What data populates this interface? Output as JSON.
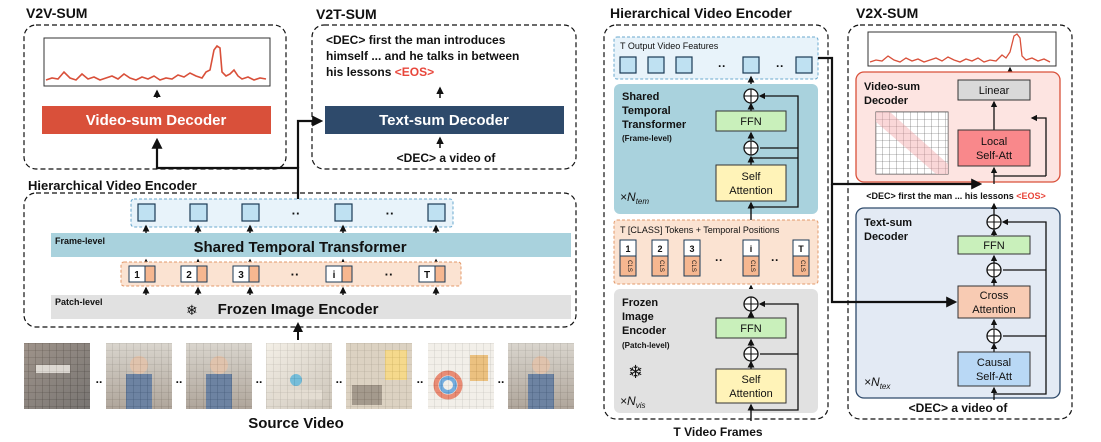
{
  "colors": {
    "red_block": "#d9503a",
    "navy_block": "#2e4a6b",
    "teal_block": "#a9d2dd",
    "peach_block": "#fbe3d2",
    "gray_block": "#e1e1e1",
    "token_blue": "#bfe1f2",
    "ffn_green": "#c9f0bb",
    "attn_yellow": "#fff3b8",
    "cross_peach": "#f8cbb3",
    "causal_blue": "#b9d8f5",
    "local_red": "#f9888b",
    "eos_red": "#e8463b"
  },
  "left": {
    "v2v_title": "V2V-SUM",
    "v2t_title": "V2T-SUM",
    "hve_title": "Hierarchical Video Encoder",
    "video_sum_decoder": "Video-sum Decoder",
    "text_sum_decoder": "Text-sum Decoder",
    "v2t_output": {
      "dec_tag": "<DEC>",
      "line1": "first the man introduces",
      "line2": "himself ... and he talks in between",
      "line3": "his lessons",
      "eos": "<EOS>"
    },
    "v2t_input": "<DEC> a video of",
    "frame_level": "Frame-level",
    "shared_temporal_transformer": "Shared Temporal Transformer",
    "patch_level": "Patch-level",
    "frozen_image_encoder": "Frozen Image Encoder",
    "snowflake": "❄",
    "token_labels": [
      "1",
      "2",
      "3",
      "··",
      "i",
      "··",
      "T"
    ],
    "output_dots": "··",
    "frame_dots": "..",
    "source_video": "Source Video"
  },
  "middle": {
    "title": "Hierarchical Video Encoder",
    "output_features": "T Output Video Features",
    "shared_temporal_transformer": "Shared Temporal Transformer",
    "frame_level": "(Frame-level)",
    "n_tem": "×N",
    "n_tem_sub": "tem",
    "ffn": "FFN",
    "self_attention": "Self Attention",
    "cls_tokens_label": "T [CLASS] Tokens + Temporal Positions",
    "token_labels": [
      "1",
      "2",
      "3",
      "··",
      "i",
      "··",
      "T"
    ],
    "cls_tag": "CLS",
    "frozen_image_encoder": "Frozen Image Encoder",
    "patch_level": "(Patch-level)",
    "n_vis": "×N",
    "n_vis_sub": "vis",
    "snowflake": "❄",
    "video_frames": "T Video Frames",
    "dots": "··",
    "plus": "⊕"
  },
  "right": {
    "title": "V2X-SUM",
    "video_sum_decoder": "Video-sum Decoder",
    "linear": "Linear",
    "local_self_att": "Local Self-Att",
    "dec_caption": {
      "dec_tag": "<DEC>",
      "text": "first the man ... his lessons",
      "eos": "<EOS>"
    },
    "text_sum_decoder": "Text-sum Decoder",
    "ffn": "FFN",
    "cross_attention": "Cross Attention",
    "causal_self_att": "Causal Self-Att",
    "n_tex": "×N",
    "n_tex_sub": "tex",
    "bottom_input": "<DEC> a video of"
  }
}
